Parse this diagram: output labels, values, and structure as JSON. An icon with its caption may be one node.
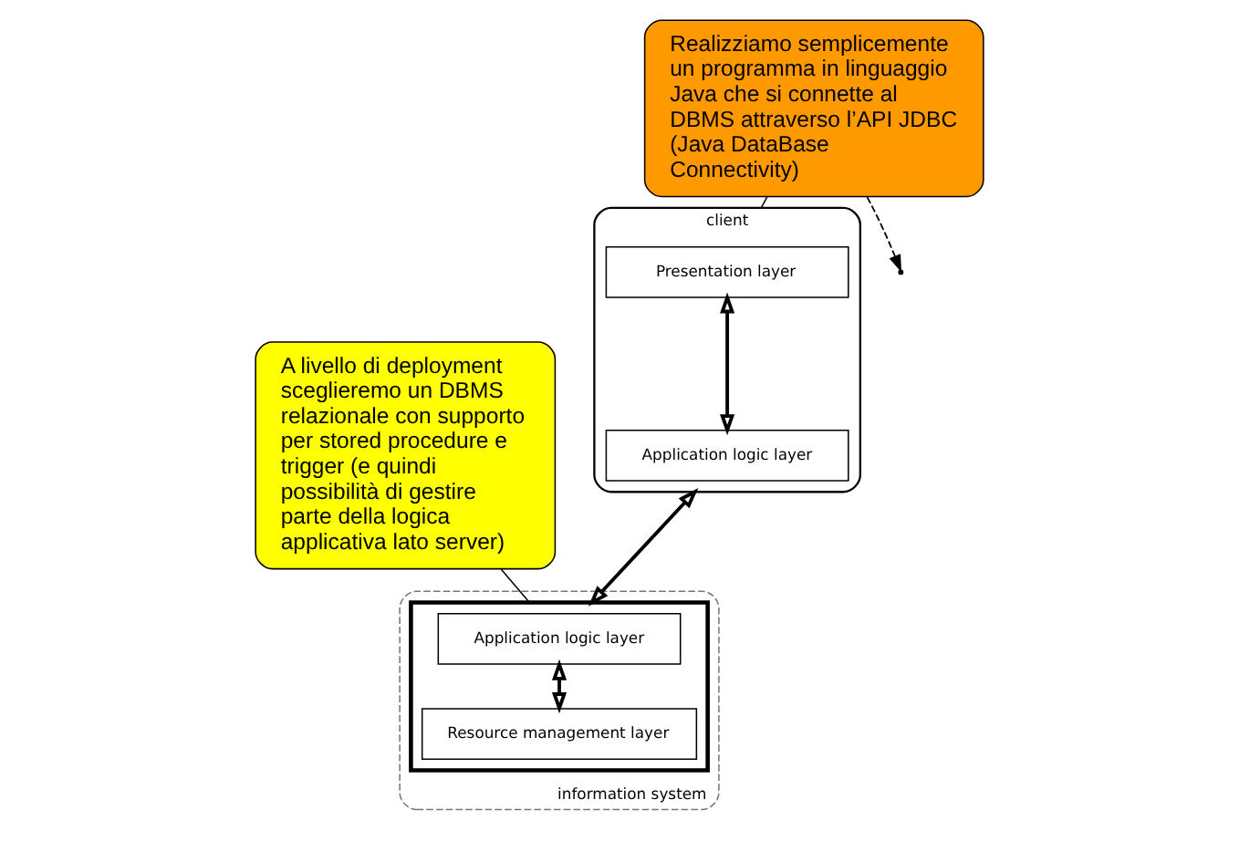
{
  "diagram": {
    "nodes": [
      {
        "text": [
          "client"
        ]
      },
      {
        "text": [
          "Presentation layer"
        ],
        "in": 0
      },
      {
        "text": [
          "Application logic layer"
        ],
        "in": 0
      },
      {
        "text": [
          "information system"
        ]
      },
      {
        "text": [],
        "shape": "box",
        "in": 3
      },
      {
        "text": [
          "Application logic layer"
        ],
        "in": 4
      },
      {
        "text": [
          "Resource management layer"
        ],
        "in": 4
      },
      {
        "text": [
          "Realizziamo semplicemente un programma in linguaggio Java che si connette al DBMS attraverso l’API JDBC (Java DataBase Connectivity)"
        ]
      },
      {
        "text": [
          "A livello di deployment sceglieremo un DBMS relazionale con supporto per stored procedure e trigger (e quindi possibilità di gestire parte della logica applicativa lato server)"
        ]
      }
    ],
    "edges": [
      {
        "from": 1,
        "to": 2,
        "arrow": "both"
      },
      {
        "from": 0,
        "to": 4,
        "arrow": "both"
      },
      {
        "from": 5,
        "to": 6,
        "arrow": "both"
      },
      {
        "from": 7,
        "to": 0,
        "arrow": "none"
      },
      {
        "from": 8,
        "to": 4,
        "arrow": "none"
      },
      {
        "from": 7,
        "to": null,
        "arrow": "to",
        "style": "dashed"
      }
    ]
  }
}
